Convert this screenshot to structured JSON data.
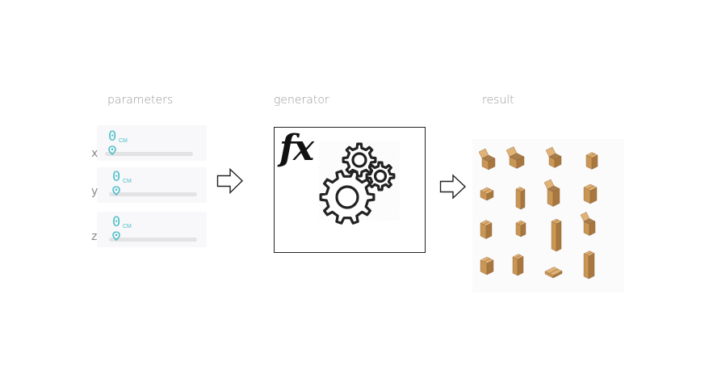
{
  "titles": {
    "parameters": "parameters",
    "generator": "generator",
    "result": "result"
  },
  "parameters": [
    {
      "axis": "x",
      "value": "0",
      "unit": "CM"
    },
    {
      "axis": "y",
      "value": "0",
      "unit": "CM"
    },
    {
      "axis": "z",
      "value": "0",
      "unit": "CM"
    }
  ],
  "generator": {
    "formula": "fx"
  },
  "colors": {
    "accent": "#4dbfc8",
    "track": "#e3e3e6",
    "text_muted": "#9a9a9a",
    "box_light": "#e0b277",
    "box_mid": "#c99656",
    "box_dark": "#a87740"
  },
  "icons": {
    "arrow": "right-outline-arrow-icon",
    "gears": "gears-icon",
    "slider_thumb": "map-pin-icon",
    "boxes": "cardboard-box-icon"
  }
}
